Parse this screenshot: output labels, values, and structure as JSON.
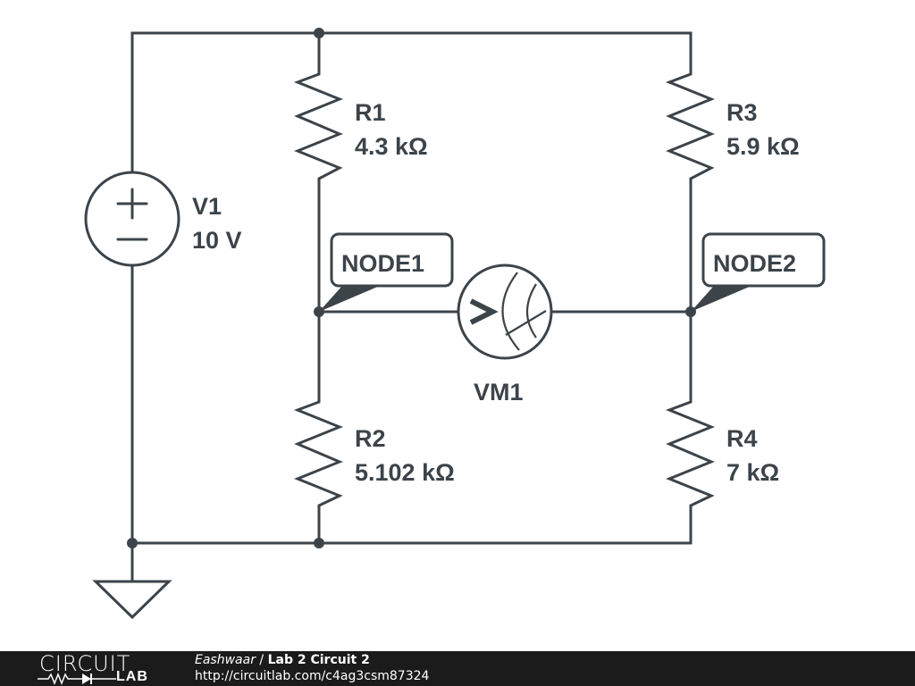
{
  "circuit": {
    "components": {
      "V1": {
        "name": "V1",
        "value": "10 V"
      },
      "R1": {
        "name": "R1",
        "value": "4.3 kΩ"
      },
      "R2": {
        "name": "R2",
        "value": "5.102 kΩ"
      },
      "R3": {
        "name": "R3",
        "value": "5.9 kΩ"
      },
      "R4": {
        "name": "R4",
        "value": "7 kΩ"
      },
      "VM1": {
        "name": "VM1"
      }
    },
    "nodes": {
      "node1": "NODE1",
      "node2": "NODE2"
    },
    "symbols": {
      "plus": "+",
      "minus": "−",
      "voltmeter": ">"
    },
    "colors": {
      "wire": "#3c444a",
      "footer_bg": "#1b1b1b"
    }
  },
  "footer": {
    "logo_top": "CIRCUIT",
    "logo_bottom": "LAB",
    "author": "Eashwaar",
    "separator": " / ",
    "title": "Lab 2 Circuit 2",
    "url": "http://circuitlab.com/c4ag3csm87324"
  }
}
